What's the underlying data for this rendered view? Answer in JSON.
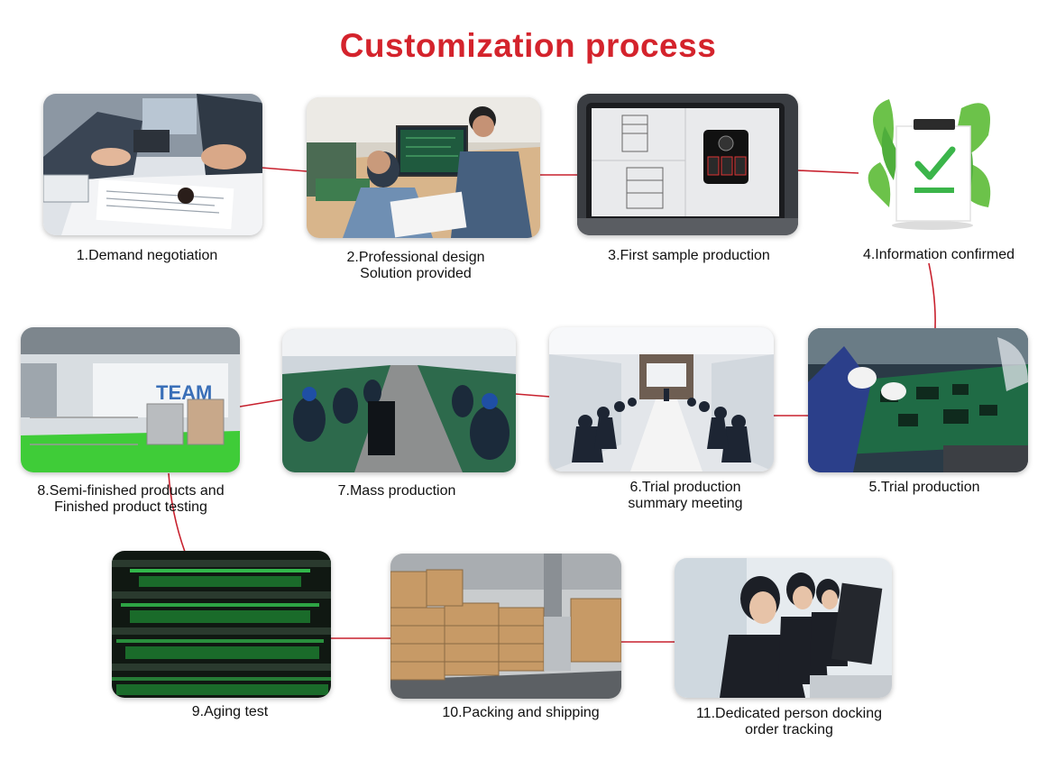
{
  "title": "Customization process",
  "colors": {
    "title": "#d4232c",
    "connector": "#c8212e",
    "check": "#3bb54a",
    "leaf": "#6cc24a"
  },
  "steps": [
    {
      "label": "1.Demand negotiation",
      "icon": "handshake-documents-photo"
    },
    {
      "label": "2.Professional design",
      "label2": "Solution provided",
      "icon": "engineers-design-photo"
    },
    {
      "label": "3.First sample production",
      "icon": "laptop-3d-model-photo"
    },
    {
      "label": "4.Information confirmed",
      "icon": "clipboard-check-icon"
    },
    {
      "label": "5.Trial production",
      "icon": "pcb-assembly-photo"
    },
    {
      "label": "6.Trial production",
      "label2": "summary meeting",
      "icon": "meeting-room-photo"
    },
    {
      "label": "7.Mass production",
      "icon": "production-line-photo"
    },
    {
      "label": "8.Semi-finished products and",
      "label2": "Finished product testing",
      "icon": "testing-lab-photo"
    },
    {
      "label": "9.Aging test",
      "icon": "aging-rack-photo"
    },
    {
      "label": "10.Packing and shipping",
      "icon": "warehouse-boxes-photo"
    },
    {
      "label": "11.Dedicated person docking",
      "label2": "order tracking",
      "icon": "call-center-photo"
    }
  ]
}
